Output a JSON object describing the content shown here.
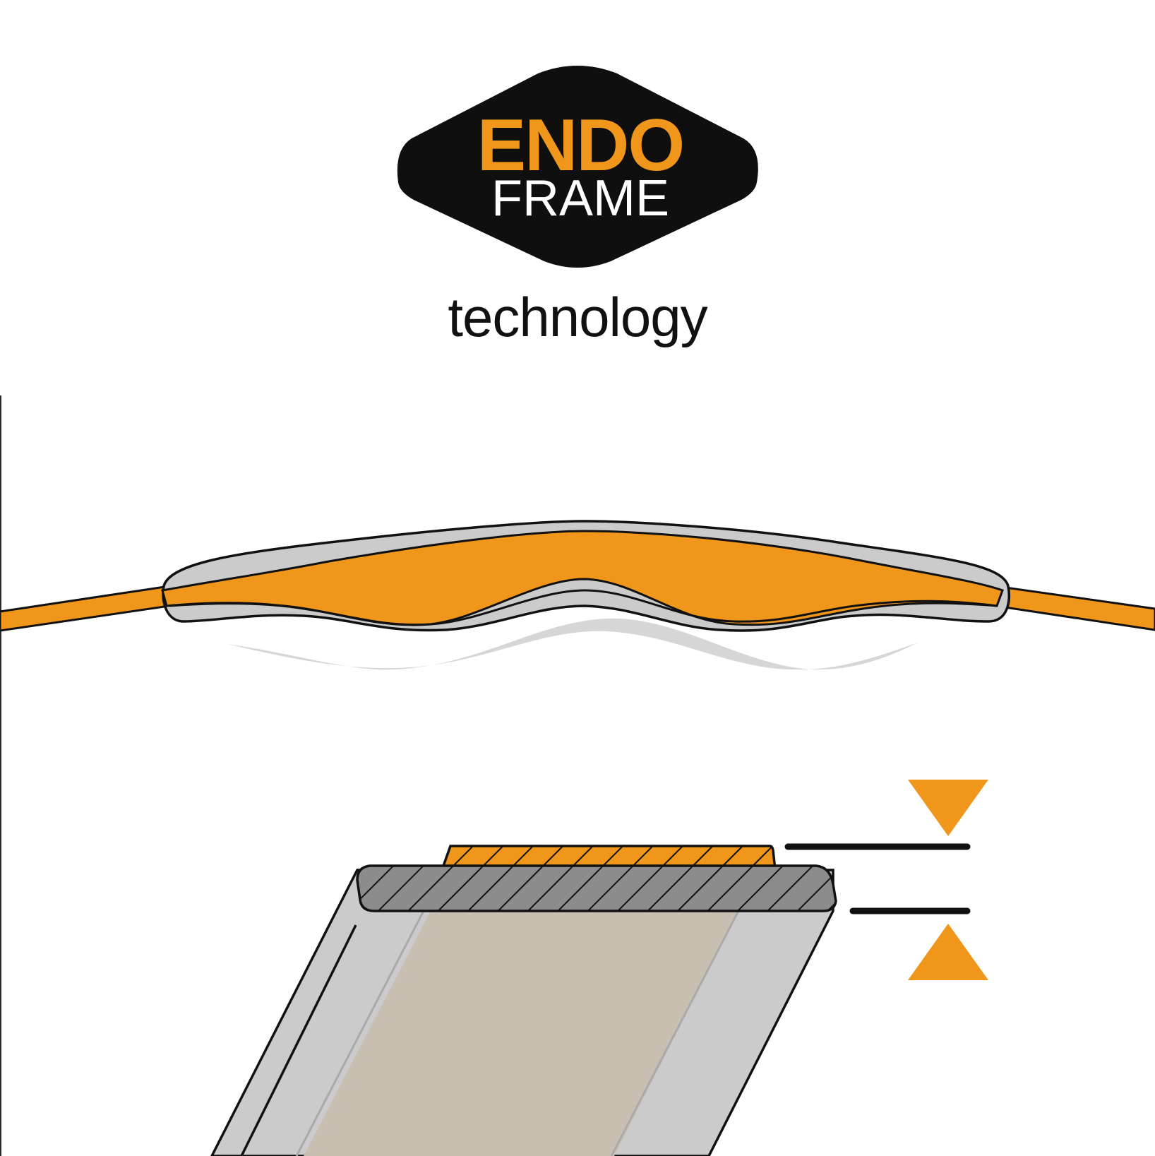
{
  "logo": {
    "line1": "ENDO",
    "line2": "FRAME",
    "subtitle": "technology"
  },
  "colors": {
    "accent": "#f0961a",
    "logo_bg": "#0f0f0f",
    "logo_line1": "#f0961a",
    "logo_line2": "#ffffff",
    "outline": "#111111",
    "shell_gray": "#cbcbcb",
    "section_gray": "#8c8c8c",
    "inner_beige": "#c8bfb2",
    "shadow_gray": "#d6d6d6"
  },
  "icons": {
    "down_arrow": "triangle-down-icon",
    "up_arrow": "triangle-up-icon"
  }
}
